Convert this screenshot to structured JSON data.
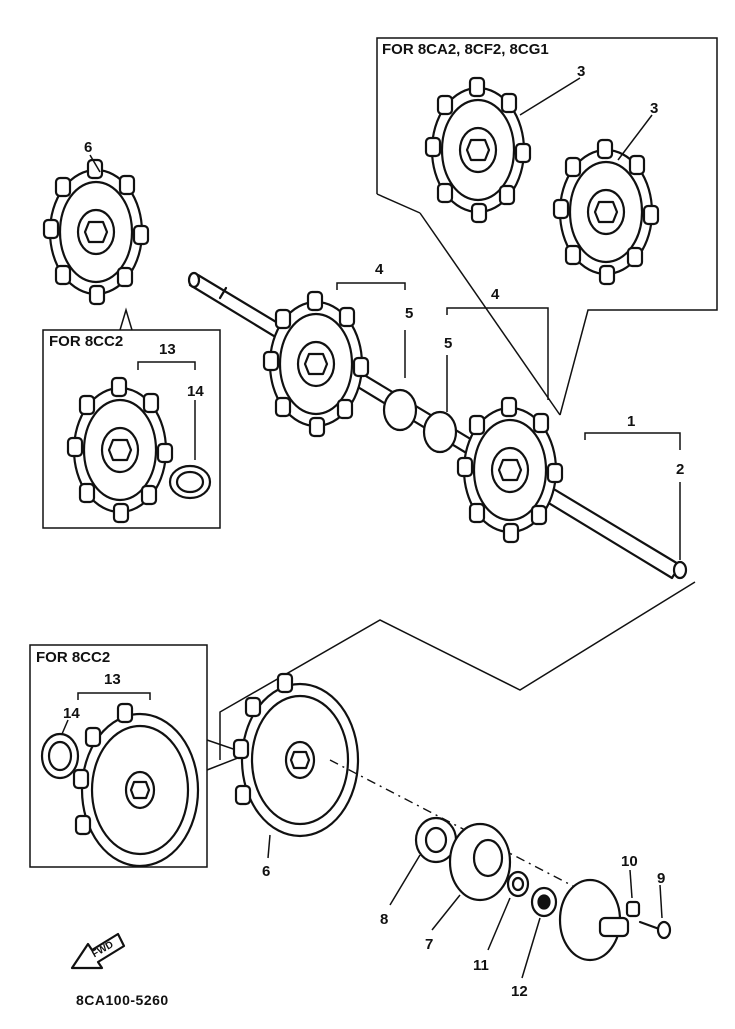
{
  "boxes": {
    "top_right": "FOR 8CA2, 8CF2, 8CG1",
    "left_middle": "FOR 8CC2",
    "bottom_left": "FOR 8CC2"
  },
  "callouts": {
    "c3a": "3",
    "c3b": "3",
    "c6top": "6",
    "c4a": "4",
    "c5a": "5",
    "c4b": "4",
    "c5b": "5",
    "c1": "1",
    "c2": "2",
    "c13a": "13",
    "c14a": "14",
    "c13b": "13",
    "c14b": "14",
    "c6bottom": "6",
    "c8": "8",
    "c7": "7",
    "c11": "11",
    "c12": "12",
    "c10": "10",
    "c9": "9"
  },
  "fwd_label": "FWD",
  "diagram_code": "8CA100-5260"
}
